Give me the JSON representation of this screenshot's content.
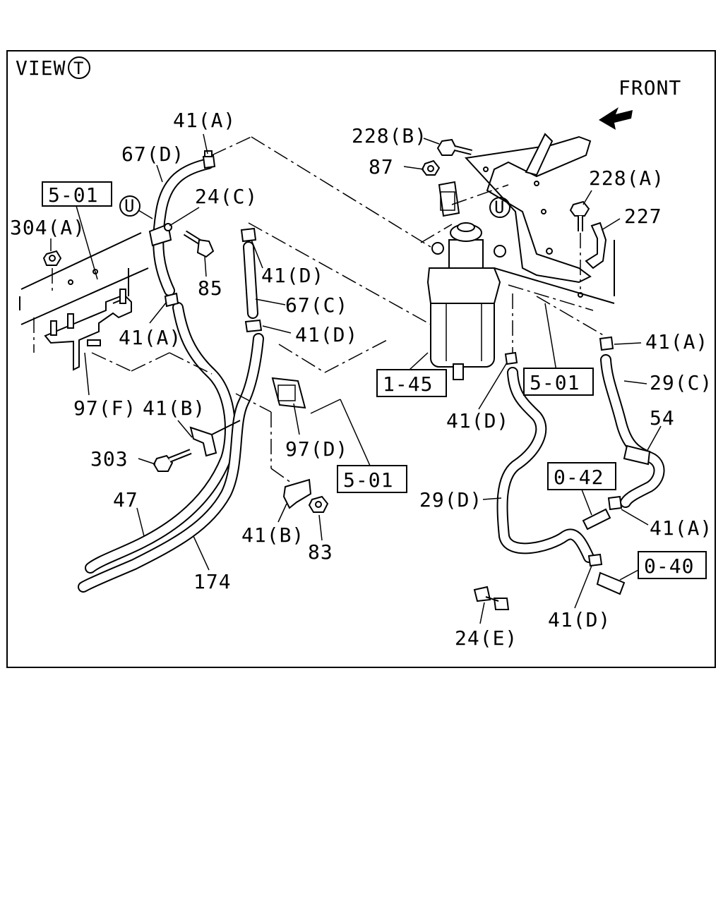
{
  "view_label": "VIEW",
  "view_letter": "T",
  "front_label": "FRONT",
  "callouts": {
    "c41a_top": "41(A)",
    "c67d": "67(D)",
    "c24c": "24(C)",
    "c501_left": "5-01",
    "c304a": "304(A)",
    "u_left": "U",
    "c85": "85",
    "c41a_mid": "41(A)",
    "c41d_top": "41(D)",
    "c67c": "67(C)",
    "c41d_mid": "41(D)",
    "c97f": "97(F)",
    "c41b_top": "41(B)",
    "c303": "303",
    "c97d": "97(D)",
    "c47": "47",
    "c41b_bottom": "41(B)",
    "c83": "83",
    "c174": "174",
    "c501_center": "5-01",
    "c145": "1-45",
    "c228b": "228(B)",
    "c87": "87",
    "u_right": "U",
    "c228a": "228(A)",
    "c227": "227",
    "c41a_right": "41(A)",
    "c501_right": "5-01",
    "c29c": "29(C)",
    "c41d_center": "41(D)",
    "c54": "54",
    "c042": "0-42",
    "c29d": "29(D)",
    "c41a_bottom": "41(A)",
    "c040": "0-40",
    "c41d_bottom": "41(D)",
    "c24e": "24(E)"
  }
}
